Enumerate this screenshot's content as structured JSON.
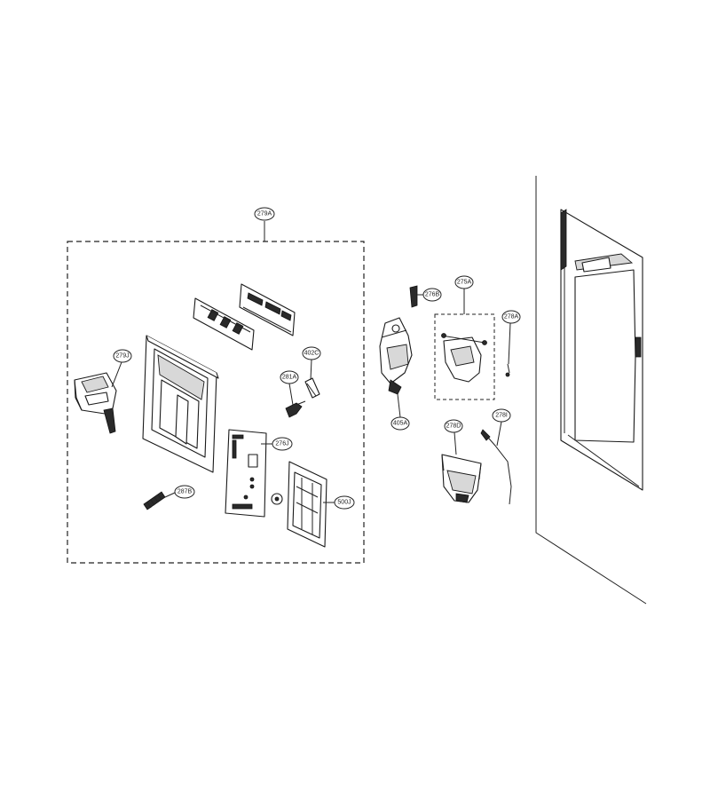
{
  "callouts": {
    "c279A": "279A",
    "c279J": "279J",
    "c281A": "281A",
    "c402C": "402C",
    "c276J": "276J",
    "c287B": "287B",
    "c500J": "500J",
    "c276B": "276B",
    "c275A": "275A",
    "c278A": "278A",
    "c405A": "405A",
    "c278D": "278D",
    "c278I": "278I"
  }
}
